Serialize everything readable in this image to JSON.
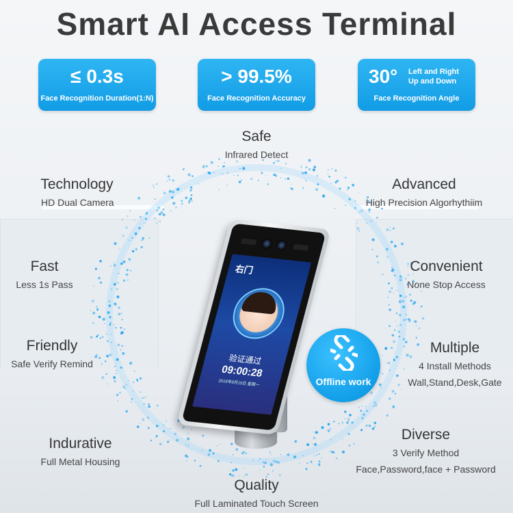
{
  "title": "Smart AI Access Terminal",
  "stats": [
    {
      "value": "≤ 0.3s",
      "caption": "Face Recognition Duration(1:N)"
    },
    {
      "value": "> 99.5%",
      "caption": "Face Recognition Accuracy"
    },
    {
      "value": "30°",
      "side": [
        "Left and Right",
        "Up and Down"
      ],
      "caption": "Face Recognition Angle"
    }
  ],
  "features": {
    "safe": {
      "heading": "Safe",
      "sub": "Infrared Detect"
    },
    "technology": {
      "heading": "Technology",
      "sub": "HD Dual Camera"
    },
    "advanced": {
      "heading": "Advanced",
      "sub": "High Precision Algorhythiim"
    },
    "fast": {
      "heading": "Fast",
      "sub": "Less 1s Pass"
    },
    "convenient": {
      "heading": "Convenient",
      "sub": "None Stop Access"
    },
    "friendly": {
      "heading": "Friendly",
      "sub": "Safe Verify Remind"
    },
    "multiple": {
      "heading": "Multiple",
      "sub": "4 Install Methods",
      "sub2": "Wall,Stand,Desk,Gate"
    },
    "indurative": {
      "heading": "Indurative",
      "sub": "Full Metal Housing"
    },
    "diverse": {
      "heading": "Diverse",
      "sub": "3 Verify Method",
      "sub2": "Face,Password,face + Password"
    },
    "quality": {
      "heading": "Quality",
      "sub": "Full Laminated Touch Screen"
    }
  },
  "device": {
    "logo": "右门",
    "verify_text": "验证通过",
    "time": "09:00:28",
    "date": "2018年8月15日 星期一"
  },
  "offline_badge": "Offline work",
  "colors": {
    "accent": "#1aa7ee",
    "title": "#3a3a3a",
    "particle": "#27a6ef"
  }
}
